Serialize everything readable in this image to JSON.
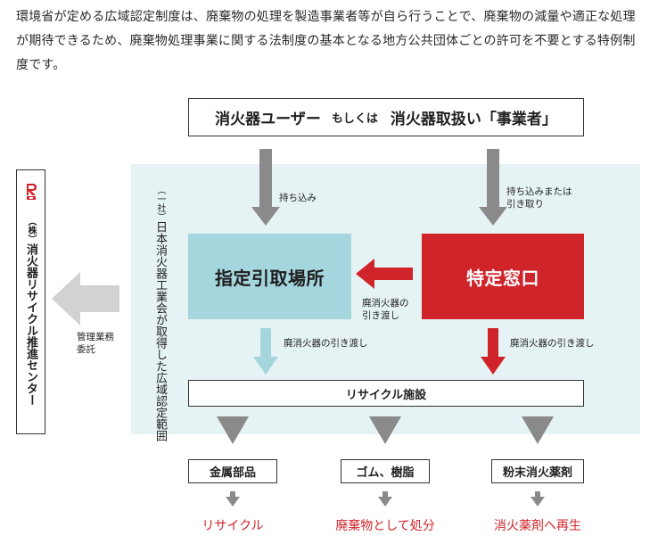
{
  "intro": {
    "text": "環境省が定める広域認定制度は、廃棄物の処理を製造事業者等が自ら行うことで、廃棄物の減量や適正な処理が期待できるため、廃棄物処理事業に関する法制度の基本となる地方公共団体ごとの許可を不要とする特例制度です。"
  },
  "top_box": {
    "left": "消火器ユーザー",
    "connector": "もしくは",
    "right": "消火器取扱い「事業者」"
  },
  "association": {
    "prefix": "（一社）",
    "text": "日本消火器工業会が取得した広域認定範囲"
  },
  "side": {
    "prefix": "（株）",
    "text": "消火器リサイクル推進センター"
  },
  "nodes": {
    "designated": "指定引取場所",
    "special": "特定窓口",
    "recycle": "リサイクル施設"
  },
  "labels": {
    "bring_in": "持ち込み",
    "bring_in_or_pickup_1": "持ち込みまたは",
    "bring_in_or_pickup_2": "引き取り",
    "handover_1": "廃消火器の",
    "handover_2": "引き渡し",
    "handover_left": "廃消火器の引き渡し",
    "handover_right": "廃消火器の引き渡し",
    "management_1": "管理業務",
    "management_2": "委託"
  },
  "outputs": [
    {
      "name": "金属部品",
      "result": "リサイクル"
    },
    {
      "name": "ゴム、樹脂",
      "result": "廃棄物として処分"
    },
    {
      "name": "粉末消火薬剤",
      "result": "消火薬剤へ再生"
    }
  ],
  "colors": {
    "red": "#d0242b",
    "light_blue": "#a5d5dd",
    "panel": "#e6f3f4",
    "gray_arrow": "#8a8a8a",
    "light_gray_arrow": "#d2d2d2"
  }
}
